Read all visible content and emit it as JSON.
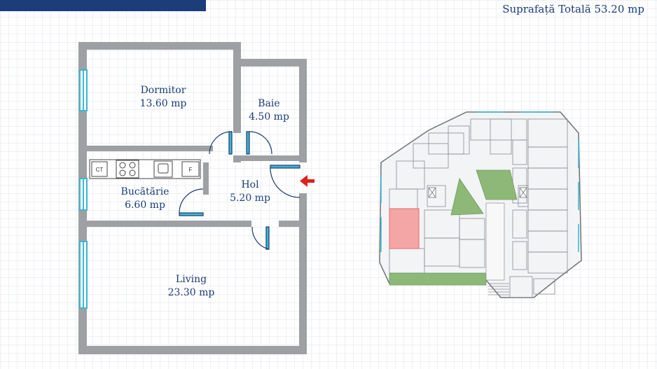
{
  "header": {
    "total_area_label": "Suprafață Totală 53.20 mp"
  },
  "rooms": [
    {
      "key": "dormitor",
      "name": "Dormitor",
      "area": "13.60 mp"
    },
    {
      "key": "baie",
      "name": "Baie",
      "area": "4.50 mp"
    },
    {
      "key": "bucatarie",
      "name": "Bucătărie",
      "area": "6.60 mp"
    },
    {
      "key": "hol",
      "name": "Hol",
      "area": "5.20 mp"
    },
    {
      "key": "living",
      "name": "Living",
      "area": "23.30 mp"
    }
  ],
  "fixtures": {
    "cooktop": "CT",
    "fridge": "F"
  },
  "colors": {
    "brand": "#1d3c7a",
    "wall": "#9ea0a3",
    "window": "#3ab7d6",
    "entrance_arrow": "#e0201b",
    "highlight_unit": "#f4a5a5",
    "green_area": "#8db878"
  }
}
